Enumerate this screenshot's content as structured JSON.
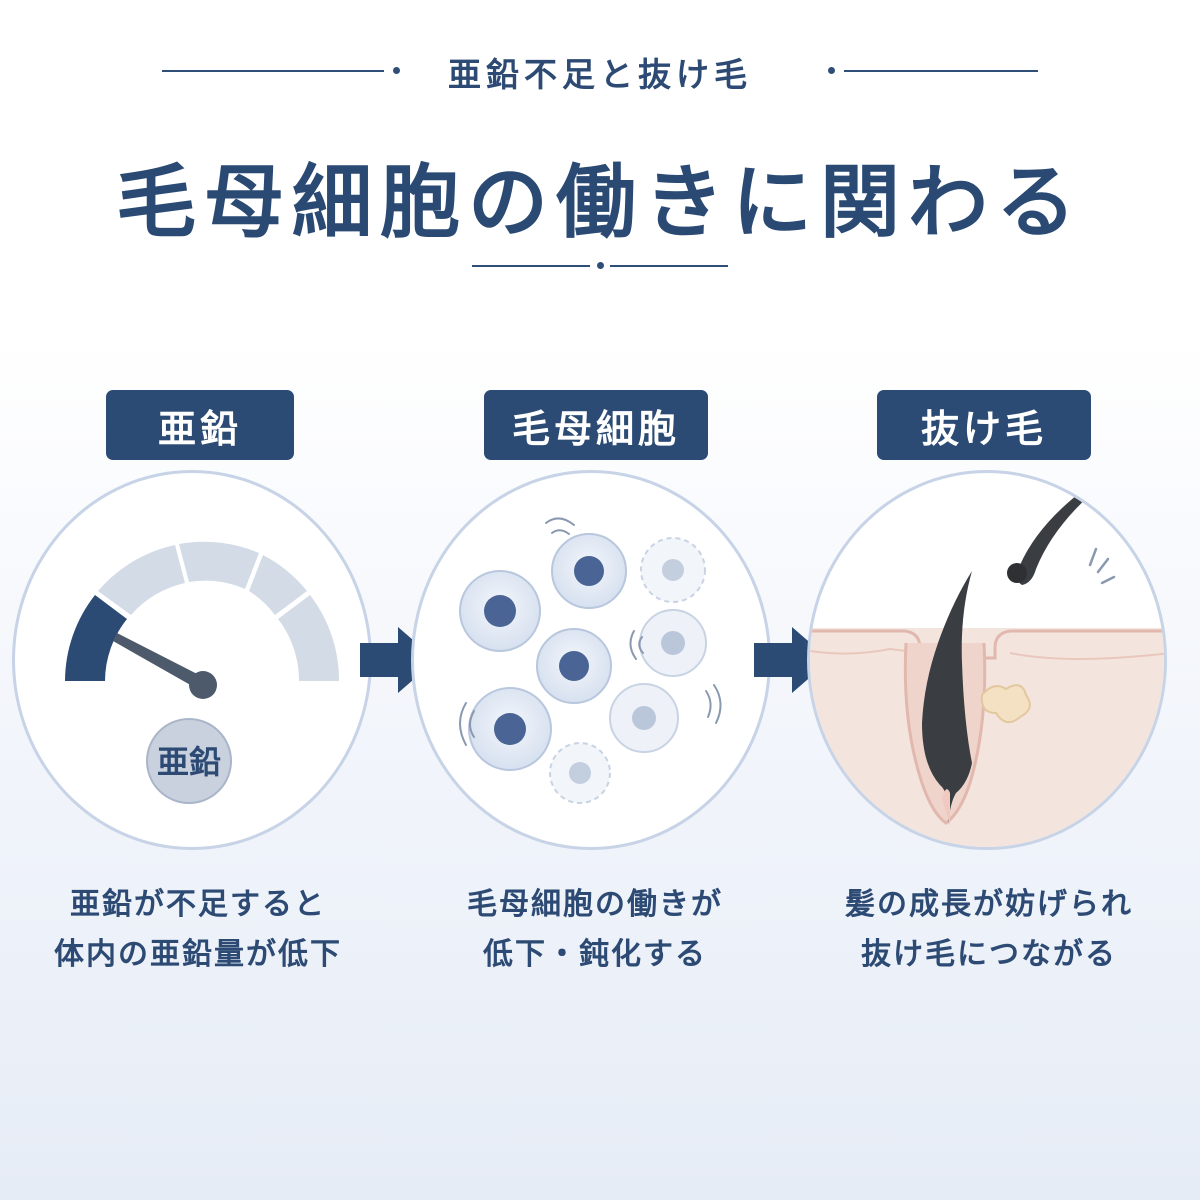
{
  "header": {
    "kicker": "亜鉛不足と抜け毛",
    "title": "毛母細胞の働きに関わる"
  },
  "steps": [
    {
      "label": "亜鉛",
      "gauge_badge": "亜鉛",
      "caption": [
        "亜鉛が不足すると",
        "体内の亜鉛量が低下"
      ]
    },
    {
      "label": "毛母細胞",
      "caption": [
        "毛母細胞の働きが",
        "低下・鈍化する"
      ]
    },
    {
      "label": "抜け毛",
      "caption": [
        "髪の成長が妨げられ",
        "抜け毛につながる"
      ]
    }
  ],
  "colors": {
    "navy": "#2b4a74",
    "circle_border": "#c7d3e6",
    "skin": "#f3e4de",
    "skin_edge": "#e2b8ae",
    "hair": "#3a3d42"
  },
  "icons": [
    "right-arrow-icon",
    "gauge-icon",
    "cells-icon",
    "hair-follicle-icon"
  ]
}
